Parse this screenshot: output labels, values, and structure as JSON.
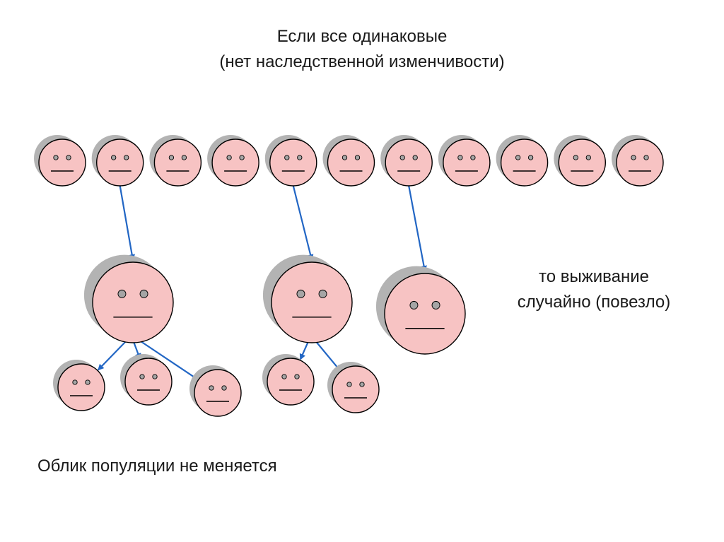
{
  "title": {
    "line1": "Если все одинаковые",
    "line2": "(нет наследственной изменчивости)"
  },
  "note": {
    "line1": "то выживание",
    "line2": "случайно (повезло)"
  },
  "caption": "Облик популяции не меняется",
  "colors": {
    "face_fill": "#f7c3c3",
    "shadow_fill": "#b3b3b3",
    "eye_fill": "#a5a5a5",
    "outline": "#000000",
    "arrow": "#2266c4"
  },
  "population": {
    "first_generation_count": 11,
    "survivors": [
      {
        "from_index": 1,
        "offspring_count": 3
      },
      {
        "from_index": 4,
        "offspring_count": 2
      },
      {
        "from_index": 6,
        "offspring_count": 0
      }
    ]
  }
}
